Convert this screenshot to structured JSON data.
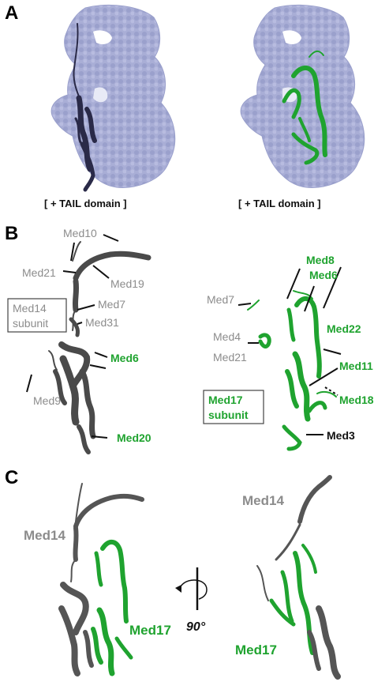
{
  "panels": {
    "a": {
      "letter": "A",
      "caption_left": "[ + TAIL domain ]",
      "caption_right": "[ + TAIL domain ]"
    },
    "b": {
      "letter": "B",
      "left_labels": {
        "med10": "Med10",
        "med21": "Med21",
        "med19": "Med19",
        "med14_line1": "Med14",
        "med14_line2": "subunit",
        "med7": "Med7",
        "med31": "Med31",
        "med6": "Med6",
        "med9": "Med9",
        "med20": "Med20"
      },
      "right_labels": {
        "med8": "Med8",
        "med6": "Med6",
        "med7": "Med7",
        "med22": "Med22",
        "med4": "Med4",
        "med21": "Med21",
        "med11": "Med11",
        "med18": "Med18",
        "med17_line1": "Med17",
        "med17_line2": "subunit",
        "med3": "Med3"
      }
    },
    "c": {
      "letter": "C",
      "med14_left": "Med14",
      "med17_left": "Med17",
      "med14_right": "Med14",
      "med17_right": "Med17",
      "rotation": "90°"
    }
  },
  "colors": {
    "surface": "#a9aed6",
    "surface_dark": "#8e93c2",
    "dark_chain": "#2a2a48",
    "gray_chain": "#5c5c5c",
    "light_gray_text": "#8c8c8c",
    "green": "#1fa32f"
  }
}
